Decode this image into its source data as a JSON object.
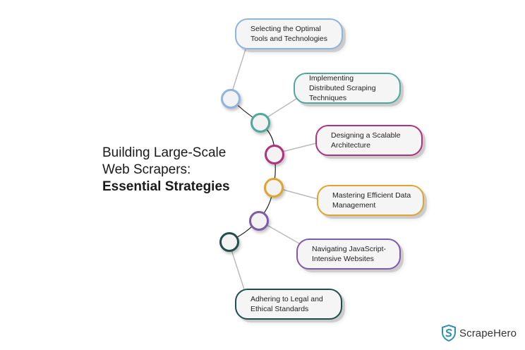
{
  "title": {
    "line1": "Building Large-Scale",
    "line2": "Web Scrapers:",
    "line3": "Essential Strategies"
  },
  "strategies": [
    {
      "label": "Selecting the Optimal Tools and Technologies",
      "color": "#8fb4de"
    },
    {
      "label": "Implementing Distributed Scraping Techniques",
      "color": "#4fa89c"
    },
    {
      "label": "Designing a Scalable Architecture",
      "color": "#b0317e"
    },
    {
      "label": "Mastering Efficient Data Management",
      "color": "#e0a42f"
    },
    {
      "label": "Navigating JavaScript-Intensive Websites",
      "color": "#7e5aa9"
    },
    {
      "label": "Adhering to Legal and Ethical Standards",
      "color": "#1f4f4c"
    }
  ],
  "brand": {
    "name": "ScrapeHero",
    "icon": "shield-logo-icon",
    "color": "#2e8fb0"
  }
}
